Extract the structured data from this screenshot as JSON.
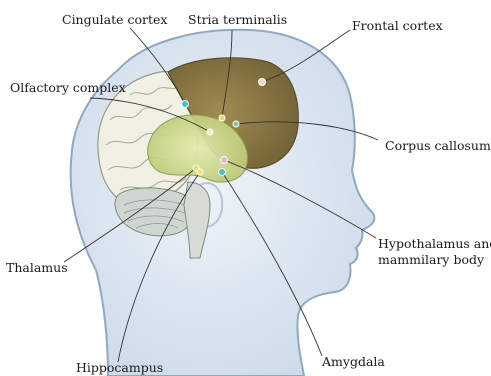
{
  "labels": {
    "cingulate_cortex": "Cingulate cortex",
    "stria_terminalis": "Stria terminalis",
    "frontal_cortex": "Frontal cortex",
    "olfactory_complex": "Olfactory complex",
    "corpus_callosum": "Corpus callosum",
    "hypothalamus_line1": "Hypothalamus and",
    "hypothalamus_line2": "mammilary body",
    "thalamus": "Thalamus",
    "amygdala": "Amygdala",
    "hippocampus": "Hippocampus"
  },
  "colors": {
    "head_fill": "#dbe6f1",
    "head_outline": "#8fa9c4",
    "frontal_lobe": "#8c7a45",
    "cortex_white": "#f1f0e4",
    "limbic_green": "#c8d78a",
    "pointer_line": "#333333",
    "marker_cyan": "#3fc6c0"
  }
}
